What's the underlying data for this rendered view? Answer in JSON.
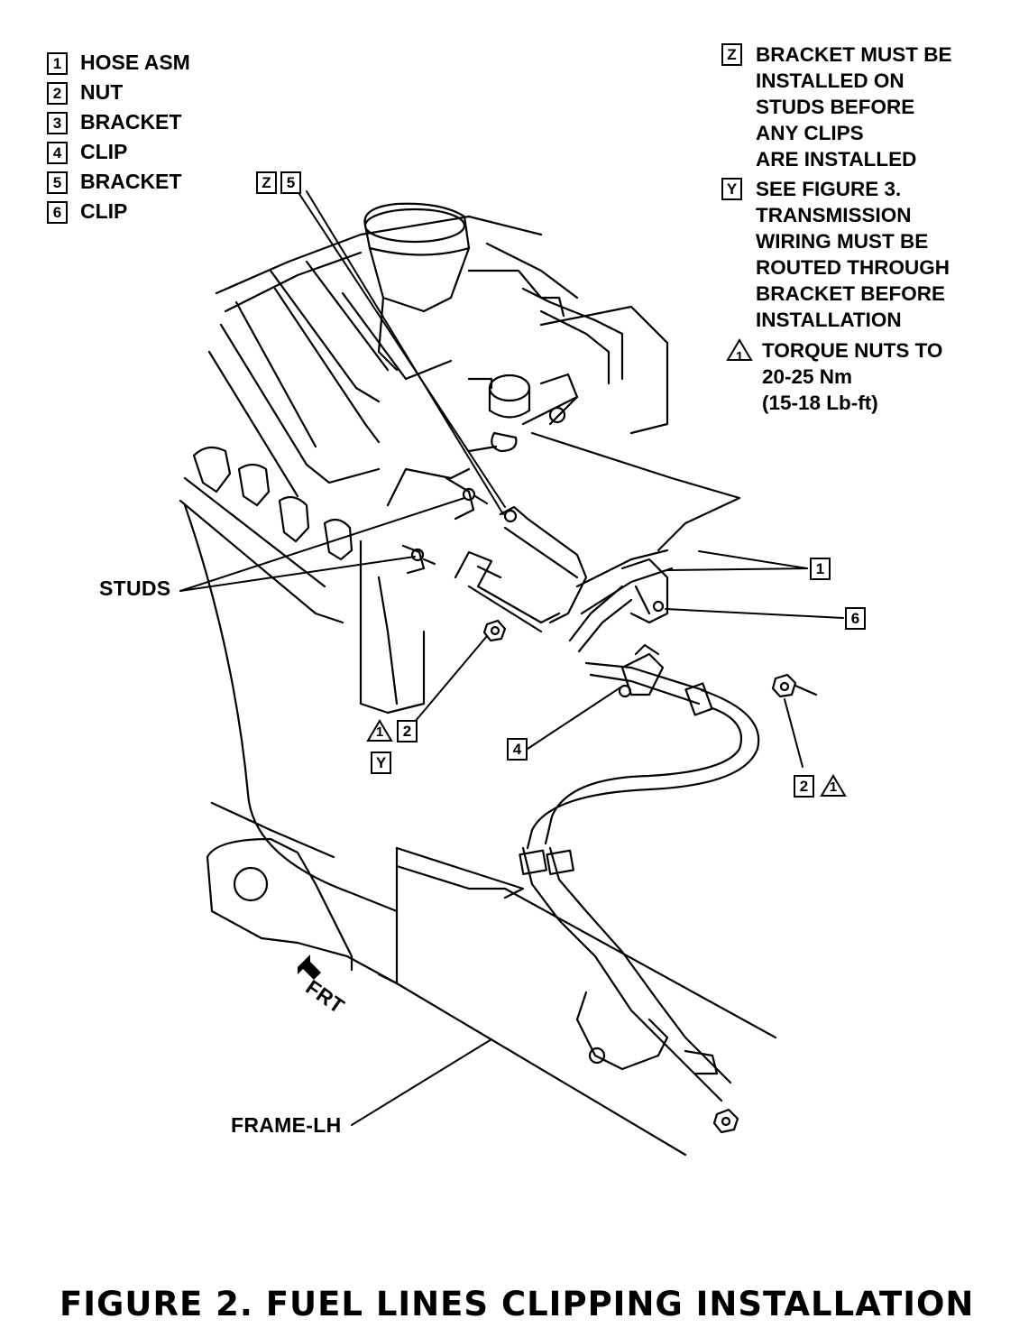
{
  "legend": [
    {
      "num": "1",
      "label": "HOSE ASM"
    },
    {
      "num": "2",
      "label": "NUT"
    },
    {
      "num": "3",
      "label": "BRACKET"
    },
    {
      "num": "4",
      "label": "CLIP"
    },
    {
      "num": "5",
      "label": "BRACKET"
    },
    {
      "num": "6",
      "label": "CLIP"
    }
  ],
  "notes": {
    "z": {
      "key": "Z",
      "lines": [
        "BRACKET MUST BE",
        "INSTALLED ON",
        "STUDS BEFORE",
        "ANY CLIPS",
        "ARE INSTALLED"
      ]
    },
    "y": {
      "key": "Y",
      "lines": [
        "SEE FIGURE 3.",
        "TRANSMISSION",
        "WIRING MUST BE",
        "ROUTED THROUGH",
        "BRACKET BEFORE",
        "INSTALLATION"
      ]
    },
    "torque": {
      "key": "1",
      "lines": [
        "TORQUE NUTS TO",
        "20-25 Nm",
        "(15-18 Lb-ft)"
      ]
    }
  },
  "callouts": {
    "z5": [
      "Z",
      "5"
    ],
    "hose": "1",
    "clip6": "6",
    "clip4": "4",
    "nut_left": {
      "tri": "1",
      "num": "2",
      "key": "Y"
    },
    "nut_right": {
      "num": "2",
      "tri": "1"
    }
  },
  "labels": {
    "studs": "STUDS",
    "frame": "FRAME-LH",
    "front": "FRT"
  },
  "caption": "FIGURE 2. FUEL LINES CLIPPING INSTALLATION"
}
